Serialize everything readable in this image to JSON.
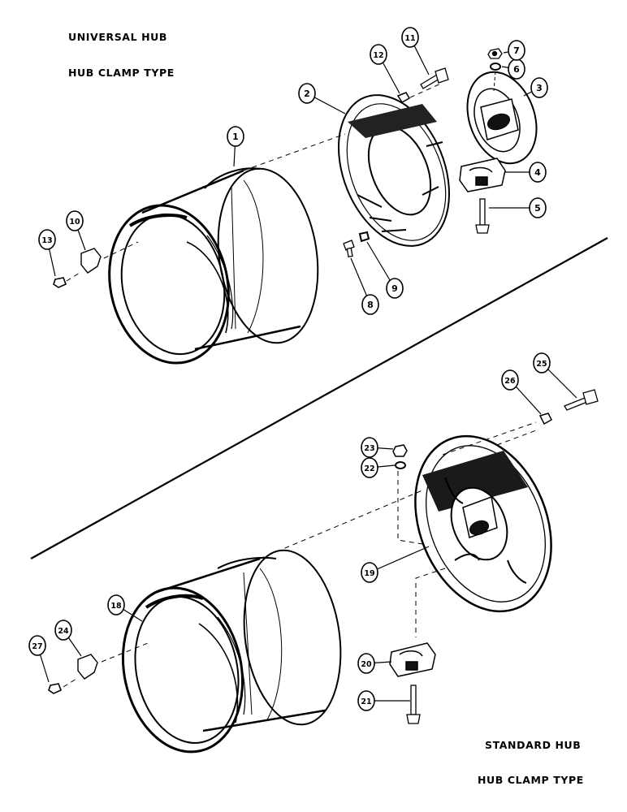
{
  "headings": {
    "top": {
      "line1": "UNIVERSAL HUB",
      "line2": "HUB CLAMP TYPE"
    },
    "bottom": {
      "line1": "STANDARD HUB",
      "line2": "HUB CLAMP TYPE"
    }
  },
  "callouts": [
    "1",
    "2",
    "3",
    "4",
    "5",
    "6",
    "7",
    "8",
    "9",
    "10",
    "11",
    "12",
    "13",
    "18",
    "19",
    "20",
    "21",
    "22",
    "23",
    "24",
    "25",
    "26",
    "27"
  ]
}
